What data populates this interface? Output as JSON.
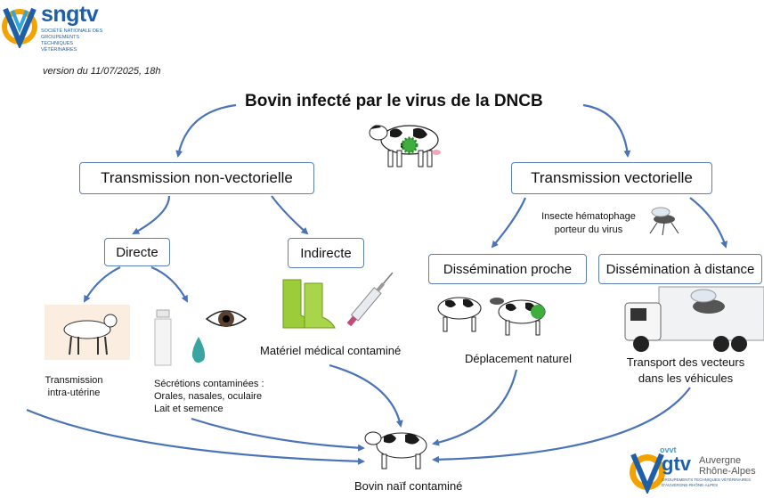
{
  "header": {
    "logo_text": "sngtv",
    "logo_sub": "SOCIÉTÉ NATIONALE DES GROUPEMENTS TECHNIQUES VÉTÉRINAIRES",
    "version": "version du 11/07/2025, 18h"
  },
  "diagram": {
    "title": "Bovin infecté par le virus de la DNCB",
    "non_vector": "Transmission non-vectorielle",
    "vector": "Transmission vectorielle",
    "direct": "Directe",
    "indirect": "Indirecte",
    "insect_line1": "Insecte hématophage",
    "insect_line2": "porteur du virus",
    "near": "Dissémination proche",
    "far": "Dissémination à distance",
    "intra_line1": "Transmission",
    "intra_line2": "intra-utérine",
    "secr_line1": "Sécrétions contaminées :",
    "secr_line2": "Orales, nasales, oculaire",
    "secr_line3": "Lait et semence",
    "medical": "Matériel médical contaminé",
    "natural": "Déplacement naturel",
    "transport_line1": "Transport des vecteurs",
    "transport_line2": "dans les véhicules",
    "result": "Bovin naïf contaminé"
  },
  "footer_logo": {
    "brand": "gtv",
    "small": "ovvt",
    "region_line1": "Auvergne",
    "region_line2": "Rhône-Alpes",
    "sub": "GROUPEMENTS TECHNIQUES VÉTÉRINAIRES D'AUVERGNE-RHÔNE-ALPES"
  },
  "colors": {
    "arrow": "#4a73b8",
    "box_border": "#5b7fb5",
    "virus": "#3fae3f",
    "boot": "#9ccc3a"
  }
}
